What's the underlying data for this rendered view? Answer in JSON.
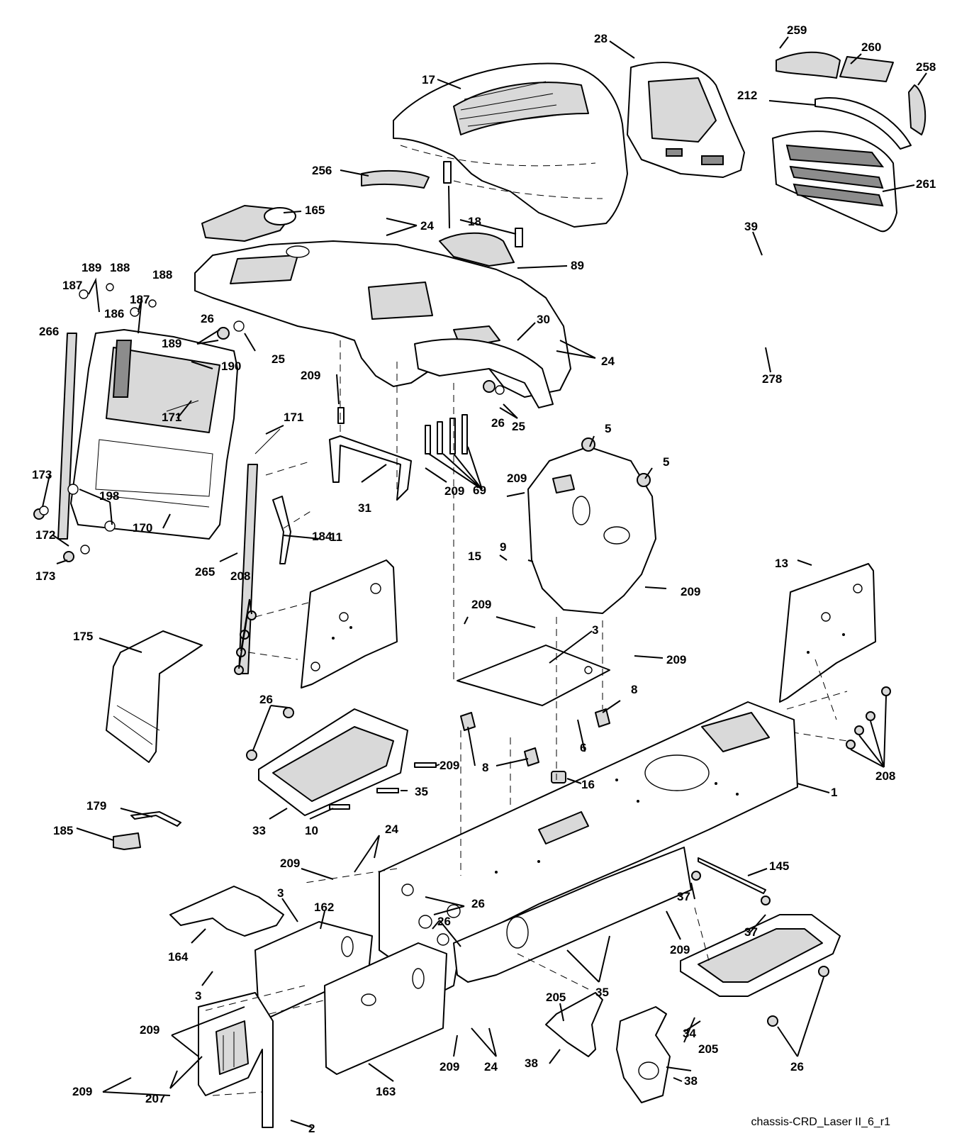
{
  "drawing_id": "chassis-CRD_Laser II_6_r1",
  "callouts": {
    "c259": "259",
    "c260": "260",
    "c258": "258",
    "c212": "212",
    "c261": "261",
    "c28": "28",
    "c17": "17",
    "c256": "256",
    "c18": "18",
    "c165": "165",
    "c24a": "24",
    "c89": "89",
    "c39": "39",
    "c278": "278",
    "c189a": "189",
    "c188a": "188",
    "c187a": "187",
    "c186": "186",
    "c187b": "187",
    "c188b": "188",
    "c189b": "189",
    "c266": "266",
    "c26a": "26",
    "c25a": "25",
    "c190": "190",
    "c30": "30",
    "c24b": "24",
    "c209a": "209",
    "c171a": "171",
    "c171b": "171",
    "c26b": "26",
    "c25b": "25",
    "c5a": "5",
    "c5b": "5",
    "c173a": "173",
    "c198": "198",
    "c172": "172",
    "c173b": "173",
    "c170": "170",
    "c265": "265",
    "c184": "184",
    "c31": "31",
    "c209b": "209",
    "c69": "69",
    "c209c": "209",
    "c9": "9",
    "c11": "11",
    "c15": "15",
    "c209d": "209",
    "c13": "13",
    "c208a": "208",
    "c209e": "209",
    "c3a": "3",
    "c209f": "209",
    "c175": "175",
    "c26c": "26",
    "c8a": "8",
    "c8b": "8",
    "c6": "6",
    "c209g": "209",
    "c35a": "35",
    "c16": "16",
    "c1": "1",
    "c208b": "208",
    "c33": "33",
    "c10": "10",
    "c179": "179",
    "c185": "185",
    "c24c": "24",
    "c209h": "209",
    "c145": "145",
    "c3b": "3",
    "c162": "162",
    "c26d": "26",
    "c26e": "26",
    "c37a": "37",
    "c37b": "37",
    "c209i": "209",
    "c164": "164",
    "c3c": "3",
    "c35b": "35",
    "c205a": "205",
    "c34": "34",
    "c209j": "209",
    "c38a": "38",
    "c205b": "205",
    "c26f": "26",
    "c207": "207",
    "c209k": "209",
    "c24d": "24",
    "c163": "163",
    "c38b": "38",
    "c209l": "209",
    "c2": "2"
  }
}
